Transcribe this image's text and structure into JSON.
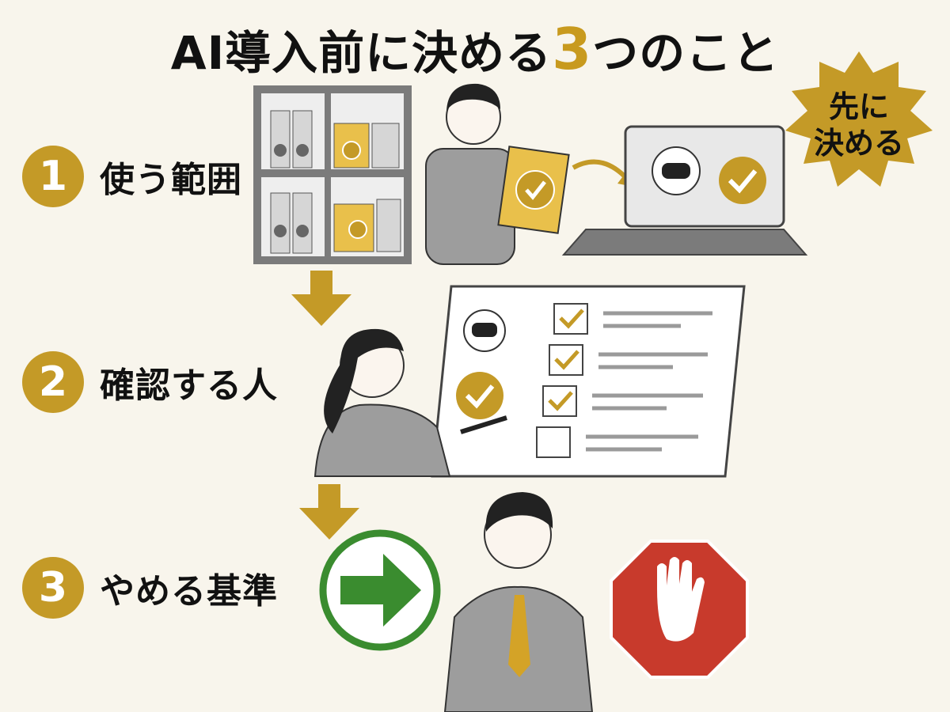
{
  "title": {
    "prefix": "AI導入前に決める",
    "number": "3",
    "suffix": "つのこと"
  },
  "steps": [
    {
      "number": "1",
      "label": "使う範囲"
    },
    {
      "number": "2",
      "label": "確認する人"
    },
    {
      "number": "3",
      "label": "やめる基準"
    }
  ],
  "badge": {
    "line1": "先に",
    "line2": "決める"
  },
  "colors": {
    "accent": "#c49a27",
    "background": "#f8f5ec",
    "go": "#3a8c2f",
    "stop": "#c83a2c"
  }
}
